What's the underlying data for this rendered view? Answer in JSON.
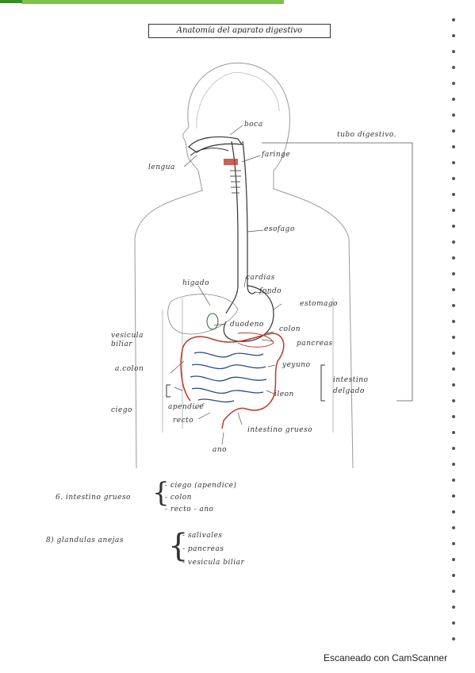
{
  "title": "Anatomía del aparato digestivo",
  "labels": {
    "boca": "boca",
    "lengua": "lengua",
    "faringe": "faringe",
    "tubo_digestivo": "tubo digestivo.",
    "esofago": "esofago",
    "higado": "higado",
    "cardias": "cardias",
    "fondo": "fondo",
    "estomago": "estomago",
    "vesicula_biliar": "vesicula biliar",
    "duodeno_top": "duodeno",
    "colon": "colon",
    "pancreas": "pancreas",
    "yeyuno": "yeyuno",
    "intestino_delgado": "intestino delgado",
    "ileon": "ileon",
    "apendice": "apendice",
    "ciego": "ciego",
    "recto": "recto",
    "intestino_grueso": "intestino grueso",
    "ano": "ano",
    "colon_ascendente": "a.colon"
  },
  "notes": {
    "n1_title": "6. intestino grueso",
    "n1_items": [
      "- ciego (apendice)",
      "- colon",
      "- recto - ano"
    ],
    "n2_title": "8) glandulas anejas",
    "n2_items": [
      "- salivales",
      "- pancreas",
      "- vesicula biliar"
    ]
  },
  "footer": "Escaneado con CamScanner",
  "colors": {
    "esophagus": "#333333",
    "small_intestine": "#2a4a8a",
    "large_intestine": "#c0392b",
    "outline": "#999999"
  }
}
